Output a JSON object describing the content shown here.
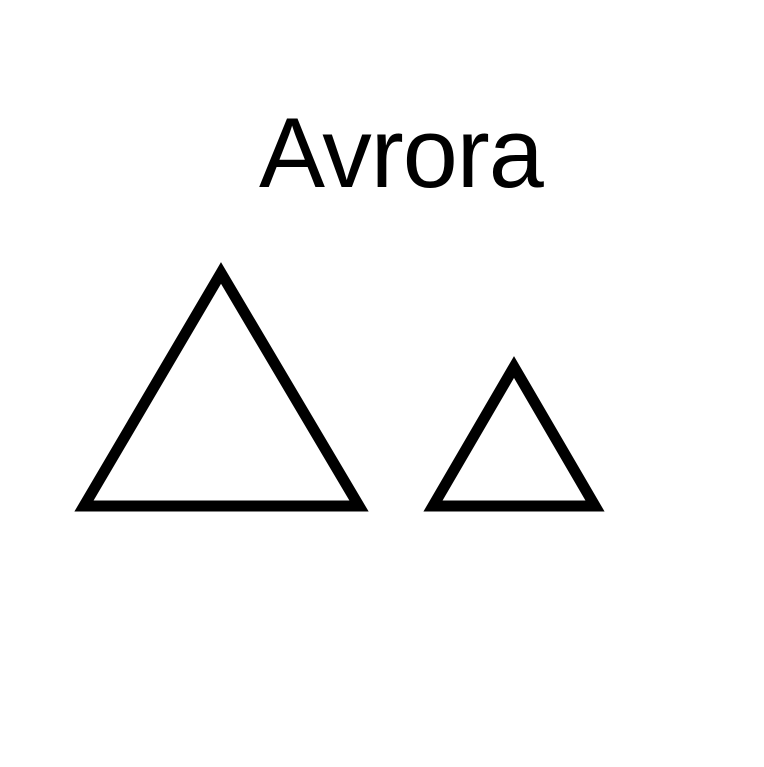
{
  "title": "Avrora",
  "colors": {
    "background": "#ffffff",
    "ink": "#000000"
  },
  "shapes": [
    {
      "name": "large-triangle",
      "kind": "triangle-outline"
    },
    {
      "name": "small-triangle",
      "kind": "triangle-outline"
    }
  ]
}
